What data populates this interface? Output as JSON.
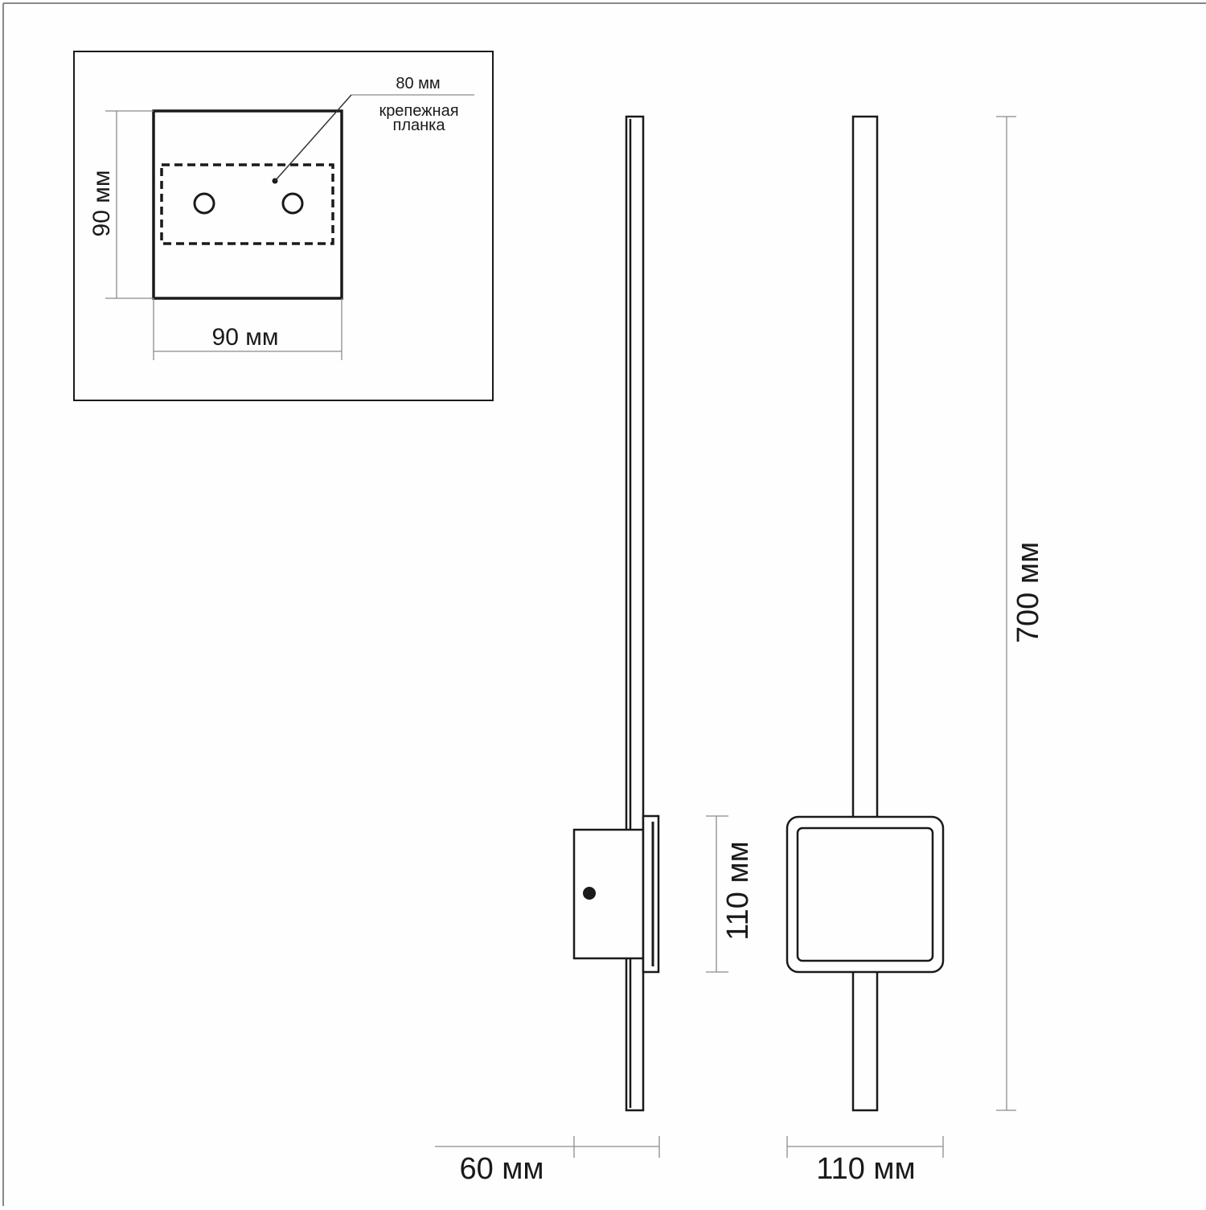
{
  "inset": {
    "plate_width_label": "90 мм",
    "plate_height_label": "90 мм",
    "bracket_width_label": "80 мм",
    "bracket_caption_line1": "крепежная",
    "bracket_caption_line2": "планка"
  },
  "side_view": {
    "depth_label": "60 мм",
    "base_height_label": "110 мм"
  },
  "front_view": {
    "total_height_label": "700 мм",
    "base_width_label": "110 мм"
  },
  "colors": {
    "line": "#1a1a1a",
    "dim_line": "#8c8c8c",
    "background": "#fefefe"
  }
}
